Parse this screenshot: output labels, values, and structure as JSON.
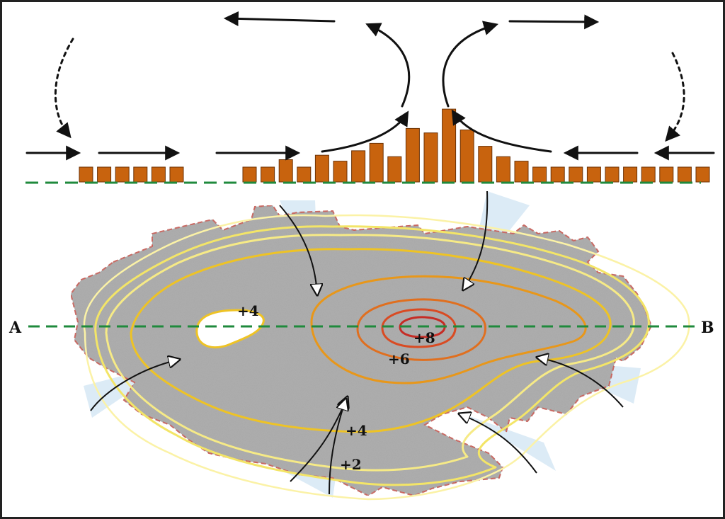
{
  "cross_section": {
    "point_a": "A",
    "point_b": "B"
  },
  "contour_labels": {
    "secondary_peak": "+4",
    "peak": "+8",
    "ring_6": "+6",
    "ring_4": "+4",
    "ring_2": "+2"
  },
  "bar_profile": {
    "relative_heights": [
      1,
      1,
      1,
      1,
      1,
      1,
      1,
      1,
      1.5,
      1,
      1.8,
      1.4,
      2.1,
      2.6,
      1.7,
      3.6,
      3.3,
      4.9,
      3.5,
      2.4,
      1.7,
      1.4,
      1,
      1,
      1,
      1,
      1,
      1,
      1,
      1,
      1,
      1
    ]
  },
  "colors": {
    "bar_fill": "#c8630e",
    "bar_stroke": "#6b3206",
    "baseline": "#1f8a3c",
    "land_fill": "#a9a9a9",
    "coast_edge": "#d0341e",
    "contour_outer": "#fbf2a6",
    "contour_2": "#f3e567",
    "contour_4": "#eec325",
    "contour_5": "#e8971a",
    "contour_6": "#e06f1f",
    "contour_7": "#d94b23",
    "contour_8": "#c62c25",
    "wind_wedge": "#dcebf6"
  }
}
